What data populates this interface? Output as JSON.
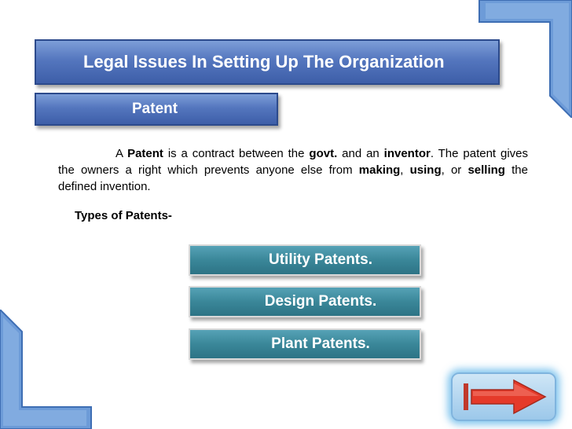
{
  "title": "Legal Issues In Setting Up The Organization",
  "section": "Patent",
  "definition": {
    "p1": "A ",
    "b1": "Patent",
    "p2": " is a contract between the ",
    "b2": "govt.",
    "p3": " and an ",
    "b3": "inventor",
    "p4": ". The patent gives the owners a right which prevents anyone else from ",
    "b4": "making",
    "p5": ", ",
    "b5": "using",
    "p6": ", or ",
    "b6": "selling",
    "p7": " the defined invention."
  },
  "types_label": "Types of Patents-",
  "patent_types": [
    "Utility Patents.",
    "Design Patents.",
    "Plant Patents."
  ],
  "icons": {
    "next": "next-arrow-icon",
    "corner_top_right": "corner-arrow-top-right-icon",
    "corner_bottom_left": "corner-arrow-bottom-left-icon"
  },
  "colors": {
    "title_blue": "#5476be",
    "teal": "#3a8799",
    "corner_blue": "#5a8ed0",
    "arrow_red": "#e53a2a"
  }
}
